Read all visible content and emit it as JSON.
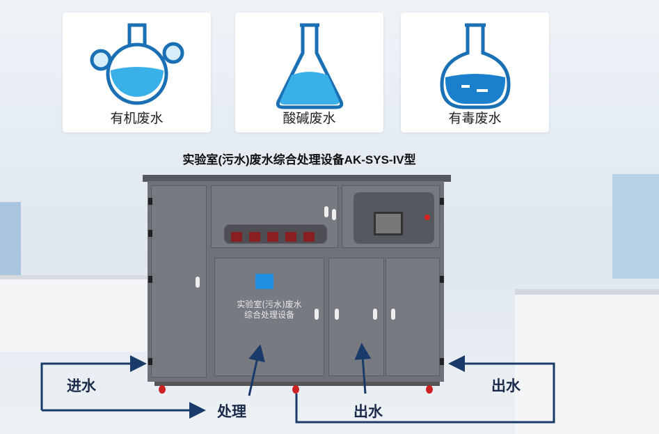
{
  "cards": [
    {
      "label": "有机废水",
      "icon": "round-flask-icon"
    },
    {
      "label": "酸碱废水",
      "icon": "erlenmeyer-flask-icon"
    },
    {
      "label": "有毒废水",
      "icon": "round-bottom-flask-icon"
    }
  ],
  "title": "实验室(污水)废水综合处理设备AK-SYS-IV型",
  "cabinet": {
    "door_line1": "实验室(污水)废水",
    "door_line2": "综合处理设备"
  },
  "flow": {
    "inlet": "进水",
    "process": "处理",
    "outlet_bottom": "出水",
    "outlet_right": "出水"
  },
  "colors": {
    "cabinet": "#6e7178",
    "arrow": "#1a3a6a",
    "flask": "#1a6fb5",
    "water": "#3ab0e8"
  }
}
